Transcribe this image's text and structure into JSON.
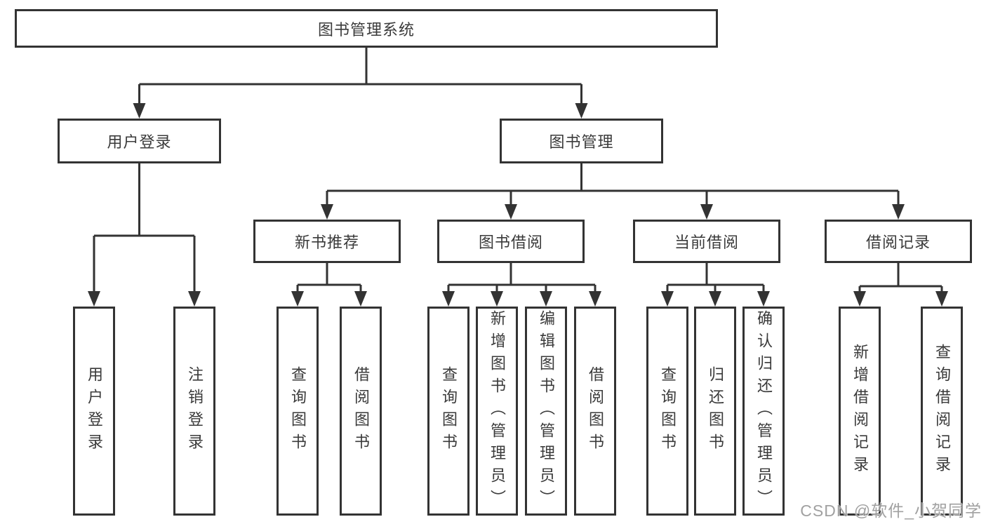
{
  "tree": {
    "root": {
      "label": "图书管理系统"
    },
    "level2": [
      {
        "label": "用户登录",
        "leaves": [
          {
            "label": "用户登录"
          },
          {
            "label": "注销登录"
          }
        ]
      },
      {
        "label": "图书管理",
        "groups": [
          {
            "label": "新书推荐",
            "leaves": [
              {
                "label": "查询图书"
              },
              {
                "label": "借阅图书"
              }
            ]
          },
          {
            "label": "图书借阅",
            "leaves": [
              {
                "label": "查询图书"
              },
              {
                "label": "新增图书（管理员）"
              },
              {
                "label": "编辑图书（管理员）"
              },
              {
                "label": "借阅图书"
              }
            ]
          },
          {
            "label": "当前借阅",
            "leaves": [
              {
                "label": "查询图书"
              },
              {
                "label": "归还图书"
              },
              {
                "label": "确认归还（管理员）"
              }
            ]
          },
          {
            "label": "借阅记录",
            "leaves": [
              {
                "label": "新增借阅记录"
              },
              {
                "label": "查询借阅记录"
              }
            ]
          }
        ]
      }
    ]
  },
  "watermark": {
    "text": "CSDN @软件_小贺同学"
  },
  "colors": {
    "line": "#333333",
    "box_border": "#333333",
    "text": "#3a3a3a",
    "watermark": "#9c9c9c",
    "background": "#ffffff"
  }
}
